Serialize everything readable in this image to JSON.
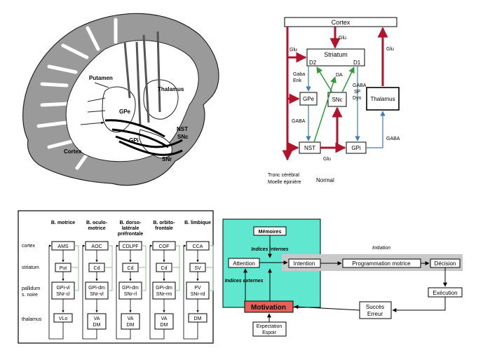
{
  "brain": {
    "labels": [
      "Putamen",
      "Thalamus",
      "GPe",
      "GPi",
      "NST",
      "SNc",
      "SNr",
      "Cortex"
    ],
    "colors": {
      "gray": "#9a9a9a",
      "white_matter": "#ffffff",
      "pathway": "#000000"
    }
  },
  "circuit": {
    "cortex": "Cortex",
    "striatum": "Striatum",
    "d2": "D2",
    "d1": "D1",
    "gpe": "GPe",
    "snc": "SNc",
    "thalamus": "Thalamus",
    "nst": "NST",
    "gpi": "GPi",
    "labels": {
      "glu_left": "Glu",
      "glu_top": "Glu",
      "glu_right": "Glu",
      "glu_bottom": "Glu",
      "gaba_enk_1": "Gaba",
      "gaba_enk_2": "Enk",
      "da": "DA",
      "gaba_sp_dyn_1": "GABA",
      "gaba_sp_dyn_2": "SP",
      "gaba_sp_dyn_3": "Dyn",
      "gaba_mid": "GABA",
      "gaba_right": "GABA",
      "tronc_1": "Tronc cérébral",
      "tronc_2": "Moelle épinière",
      "normal": "Normal"
    },
    "colors": {
      "glu": "#b0132b",
      "gaba": "#3a7dc0",
      "da": "#2e9b3a"
    }
  },
  "loops": {
    "rows": [
      "cortex",
      "striatum",
      "pallidum",
      "s. noire",
      "thalamus"
    ],
    "columns": [
      {
        "head": [
          "B. motrice"
        ],
        "cortex": "AMS",
        "striatum": "Put",
        "pal": [
          "GPi-vl",
          "SNr-cl"
        ],
        "thal": [
          "VLo"
        ]
      },
      {
        "head": [
          "B. oculo-",
          "motrice"
        ],
        "cortex": "AOC",
        "striatum": "Cd",
        "pal": [
          "GPi-dm",
          "SNr-vl"
        ],
        "thal": [
          "VA",
          "DM"
        ]
      },
      {
        "head": [
          "B. dorso-",
          "latérale",
          "préfrontale"
        ],
        "cortex": "CDLPF",
        "striatum": "Cd",
        "pal": [
          "GPi-dm",
          "SNr-rl"
        ],
        "thal": [
          "VA",
          "DM"
        ]
      },
      {
        "head": [
          "B. orbito-",
          "frontale"
        ],
        "cortex": "COF",
        "striatum": "Cd",
        "pal": [
          "GPi-dm",
          "SNr-rm"
        ],
        "thal": [
          "VA",
          "DM"
        ]
      },
      {
        "head": [
          "B. limbique"
        ],
        "cortex": "CCA",
        "striatum": "SV",
        "pal": [
          "PV",
          "SNr-rd"
        ],
        "thal": [
          "DM"
        ]
      }
    ],
    "colors": {
      "feedback": "#8dc48a"
    }
  },
  "flow": {
    "memoires": "Mémoires",
    "indices_internes": "Indices internes",
    "attention": "Attention",
    "indices_externes": "Indices externes",
    "intention": "Intention",
    "programmation": "Programmation motrice",
    "decision": "Décision",
    "initiation": "Initiation",
    "execution": "Exécution",
    "succes": "Succès",
    "erreur": "Erreur",
    "motivation": "Motivation",
    "expectation": "Expectation",
    "espoir": "Espoir",
    "colors": {
      "teal": "#5fe8cf",
      "motivation": "#e8605a",
      "band": "#c9c9c9"
    }
  }
}
